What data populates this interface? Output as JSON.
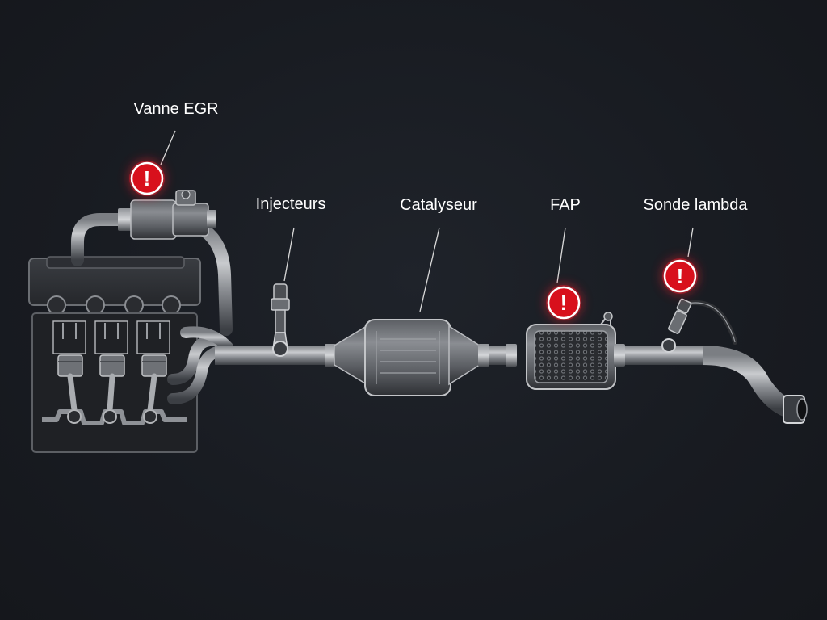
{
  "labels": {
    "egr": "Vanne EGR",
    "injecteurs": "Injecteurs",
    "catalyseur": "Catalyseur",
    "fap": "FAP",
    "sonde": "Sonde lambda"
  },
  "warning": {
    "glyph": "!",
    "color": "#d8101c",
    "glow": "#ff2030"
  },
  "colors": {
    "background": "#181b21",
    "metal_light": "#d0d2d5",
    "metal_dark": "#34373c"
  }
}
